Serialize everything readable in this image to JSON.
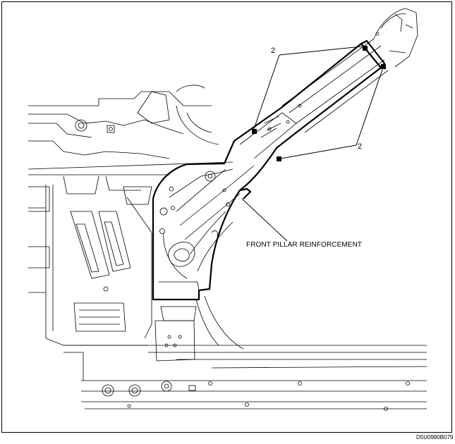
{
  "diagram": {
    "callout_number": "2",
    "part_label": "FRONT PILLAR REINFORCEMENT",
    "figure_code": "D5U0980B079",
    "weld_marker": "square-weld-point-icon"
  }
}
